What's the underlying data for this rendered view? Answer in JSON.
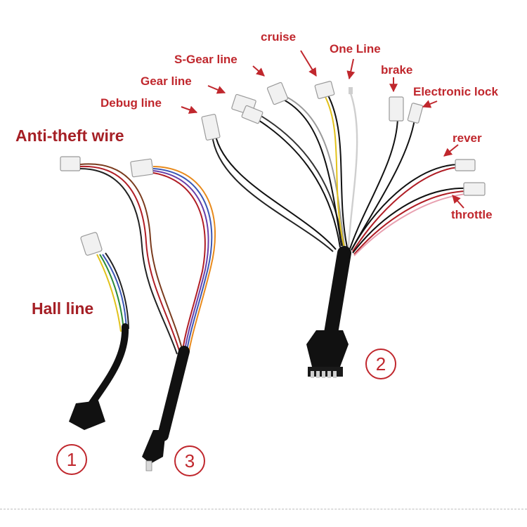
{
  "labels": {
    "anti_theft": "Anti-theft wire",
    "hall": "Hall line",
    "debug": "Debug line",
    "gear": "Gear line",
    "s_gear": "S-Gear line",
    "cruise": "cruise",
    "one_line": "One Line",
    "brake": "brake",
    "electronic_lock": "Electronic lock",
    "rever": "rever",
    "throttle": "throttle"
  },
  "numbers": {
    "one": "1",
    "two": "2",
    "three": "3"
  },
  "colors": {
    "label_red": "#c0272d",
    "cable_black": "#111111",
    "connector_white": "#f1f1f1"
  }
}
